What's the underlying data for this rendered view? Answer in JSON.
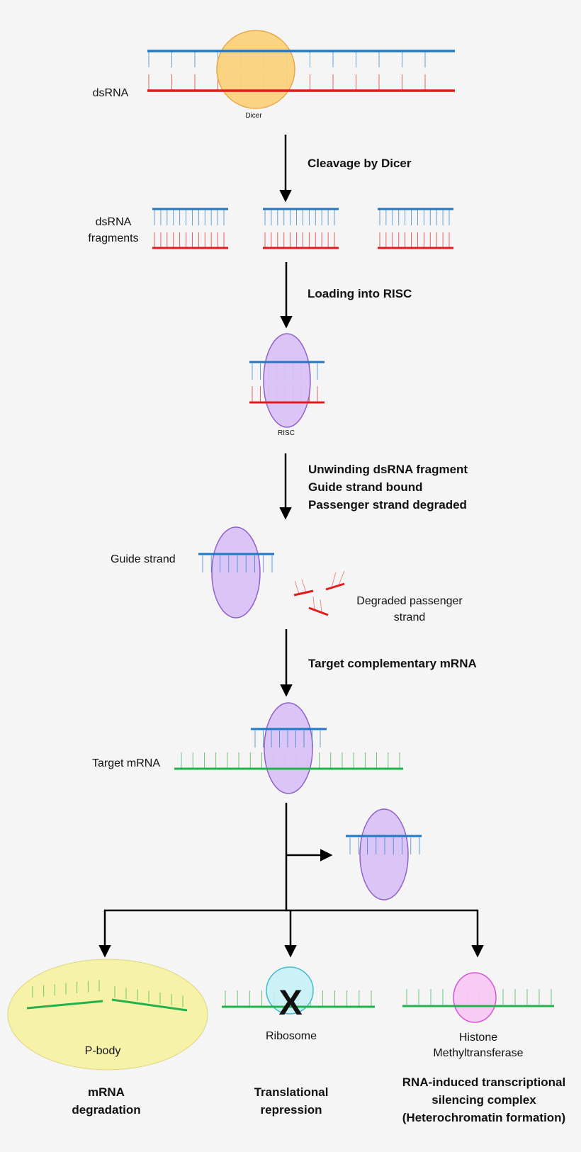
{
  "labels": {
    "dsrna": "dsRNA",
    "dicer": "Dicer",
    "step_cleavage": "Cleavage by Dicer",
    "fragments_line1": "dsRNA",
    "fragments_line2": "fragments",
    "step_loading": "Loading into RISC",
    "risc": "RISC",
    "step_unwind_1": "Unwinding dsRNA fragment",
    "step_unwind_2": "Guide strand bound",
    "step_unwind_3": "Passenger strand degraded",
    "guide_strand": "Guide strand",
    "degraded_1": "Degraded passenger",
    "degraded_2": "strand",
    "step_target": "Target complementary mRNA",
    "target_mrna": "Target mRNA",
    "x_mark": "X",
    "pbody": "P-body",
    "ribosome": "Ribosome",
    "histone_1": "Histone",
    "histone_2": "Methyltransferase",
    "out1_line1": "mRNA",
    "out1_line2": "degradation",
    "out2_line1": "Translational",
    "out2_line2": "repression",
    "out3_line1": "RNA-induced transcriptional",
    "out3_line2": "silencing complex",
    "out3_line3": "(Heterochromatin formation)"
  },
  "colors": {
    "blue_strand": "#1f78c8",
    "red_strand": "#e41a1c",
    "green_strand": "#22b14c",
    "dicer_fill": "#fbd27a",
    "dicer_stroke": "#e9a23b",
    "risc_fill": "#d9c2f7",
    "risc_stroke": "#8a55c8",
    "pbody_fill": "#f6f2a8",
    "ribosome_fill": "#c9f1f7",
    "ribosome_stroke": "#37b6cf",
    "x_color": "#e41a1c",
    "hmt_fill": "#f8c8f4",
    "hmt_stroke": "#d24ad0"
  }
}
